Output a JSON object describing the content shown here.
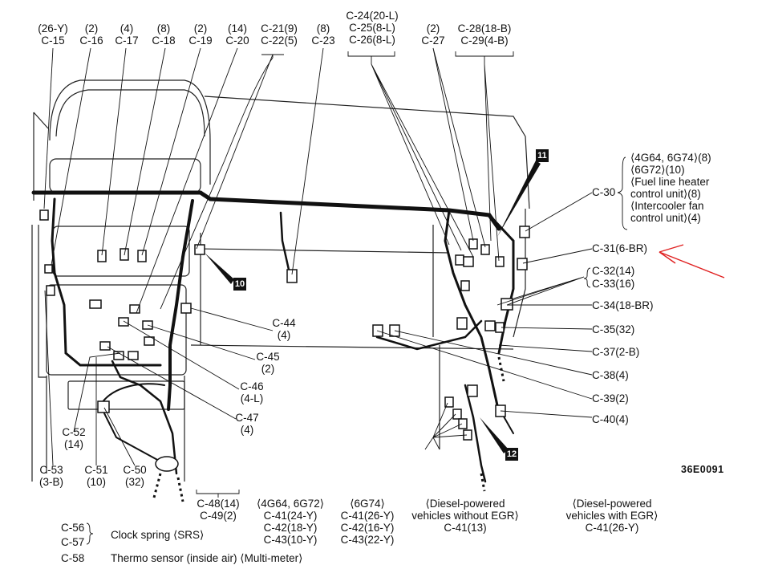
{
  "top_labels": {
    "c15": [
      "(26-Y)",
      "C-15"
    ],
    "c16": [
      "(2)",
      "C-16"
    ],
    "c17": [
      "(4)",
      "C-17"
    ],
    "c18": [
      "(8)",
      "C-18"
    ],
    "c19": [
      "(2)",
      "C-19"
    ],
    "c20": [
      "(14)",
      "C-20"
    ],
    "c21_22": [
      "C-21(9)",
      "C-22(5)"
    ],
    "c23": [
      "(8)",
      "C-23"
    ],
    "c24_26": [
      "C-24(20-L)",
      "C-25(8-L)",
      "C-26(8-L)"
    ],
    "c27": [
      "(2)",
      "C-27"
    ],
    "c28_29": [
      "C-28(18-B)",
      "C-29(4-B)"
    ]
  },
  "right_labels": {
    "c30": "C-30",
    "c30_notes": [
      "⟨4G64, 6G74⟩(8)",
      "⟨6G72⟩(10)",
      "⟨Fuel line heater",
      "control unit⟩(8)",
      "⟨Intercooler fan",
      "control unit⟩(4)"
    ],
    "c31": "C-31(6-BR)",
    "c32": "C-32(14)",
    "c33": "C-33(16)",
    "c34": "C-34(18-BR)",
    "c35": "C-35(32)",
    "c37": "C-37(2-B)",
    "c38": "C-38(4)",
    "c39": "C-39(2)",
    "c40": "C-40(4)"
  },
  "mid_labels": {
    "c44": [
      "C-44",
      "(4)"
    ],
    "c45": [
      "C-45",
      "(2)"
    ],
    "c46": [
      "C-46",
      "(4-L)"
    ],
    "c47": [
      "C-47",
      "(4)"
    ]
  },
  "bottom_labels": {
    "c52": [
      "C-52",
      "(14)"
    ],
    "c53": [
      "C-53",
      "(3-B)"
    ],
    "c51": [
      "C-51",
      "(10)"
    ],
    "c50": [
      "C-50",
      "(32)"
    ],
    "c48_49": [
      "C-48(14)",
      "C-49(2)"
    ]
  },
  "markers": {
    "m10": "10",
    "m11": "11",
    "m12": "12"
  },
  "figure_code": "36E0091",
  "variants": [
    {
      "lines": [
        "⟨4G64, 6G72⟩",
        "C-41(24-Y)",
        "C-42(18-Y)",
        "C-43(10-Y)"
      ]
    },
    {
      "lines": [
        "⟨6G74⟩",
        "C-41(26-Y)",
        "C-42(16-Y)",
        "C-43(22-Y)"
      ]
    },
    {
      "lines": [
        "⟨Diesel-powered",
        "vehicles without EGR⟩",
        "C-41(13)"
      ]
    },
    {
      "lines": [
        "⟨Diesel-powered",
        "vehicles with EGR⟩",
        "C-41(26-Y)"
      ]
    }
  ],
  "legend": {
    "c56": "C-56",
    "c57": "C-57",
    "clock_spring": "Clock spring ⟨SRS⟩",
    "c58": "C-58",
    "thermo_sensor": "Thermo sensor (inside air) ⟨Multi-meter⟩"
  },
  "colors": {
    "ink": "#111111",
    "annotation_arrow": "#e02020",
    "marker_bg": "#111111"
  }
}
